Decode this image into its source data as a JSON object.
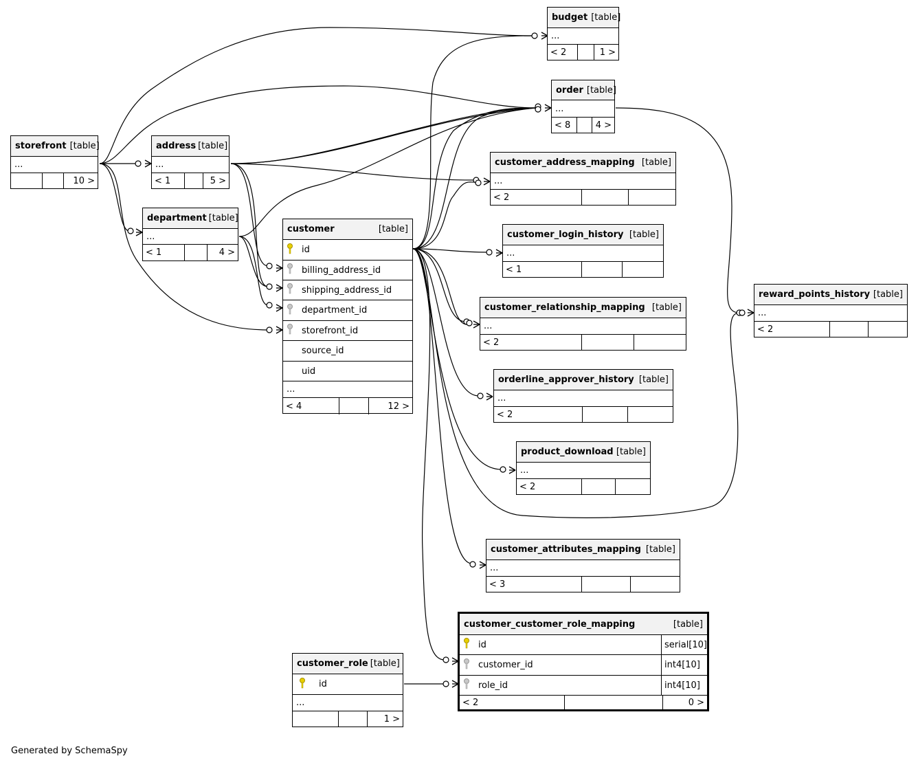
{
  "footer_text": "Generated by SchemaSpy",
  "tables": {
    "budget": {
      "name": "budget",
      "type": "[table]",
      "ellipsis": "...",
      "parents": "< 2",
      "children": "1 >"
    },
    "order": {
      "name": "order",
      "type": "[table]",
      "ellipsis": "...",
      "parents": "< 8",
      "children": "4 >"
    },
    "storefront": {
      "name": "storefront",
      "type": "[table]",
      "ellipsis": "...",
      "parents": "",
      "children": "10 >"
    },
    "address": {
      "name": "address",
      "type": "[table]",
      "ellipsis": "...",
      "parents": "< 1",
      "children": "5 >"
    },
    "department": {
      "name": "department",
      "type": "[table]",
      "ellipsis": "...",
      "parents": "< 1",
      "children": "4 >"
    },
    "customer": {
      "name": "customer",
      "type": "[table]",
      "columns": [
        "id",
        "billing_address_id",
        "shipping_address_id",
        "department_id",
        "storefront_id",
        "source_id",
        "uid"
      ],
      "ellipsis": "...",
      "parents": "< 4",
      "children": "12 >"
    },
    "customer_address_mapping": {
      "name": "customer_address_mapping",
      "type": "[table]",
      "ellipsis": "...",
      "parents": "< 2"
    },
    "customer_login_history": {
      "name": "customer_login_history",
      "type": "[table]",
      "ellipsis": "...",
      "parents": "< 1"
    },
    "customer_relationship_mapping": {
      "name": "customer_relationship_mapping",
      "type": "[table]",
      "ellipsis": "...",
      "parents": "< 2"
    },
    "orderline_approver_history": {
      "name": "orderline_approver_history",
      "type": "[table]",
      "ellipsis": "...",
      "parents": "< 2"
    },
    "product_download": {
      "name": "product_download",
      "type": "[table]",
      "ellipsis": "...",
      "parents": "< 2"
    },
    "reward_points_history": {
      "name": "reward_points_history",
      "type": "[table]",
      "ellipsis": "...",
      "parents": "< 2"
    },
    "customer_attributes_mapping": {
      "name": "customer_attributes_mapping",
      "type": "[table]",
      "ellipsis": "...",
      "parents": "< 3"
    },
    "customer_role": {
      "name": "customer_role",
      "type": "[table]",
      "columns": [
        "id"
      ],
      "ellipsis": "...",
      "parents": "",
      "children": "1 >"
    },
    "customer_customer_role_mapping": {
      "name": "customer_customer_role_mapping",
      "type": "[table]",
      "columns": [
        {
          "name": "id",
          "type": "serial[10]"
        },
        {
          "name": "customer_id",
          "type": "int4[10]"
        },
        {
          "name": "role_id",
          "type": "int4[10]"
        }
      ],
      "parents": "< 2",
      "children": "0 >"
    }
  }
}
